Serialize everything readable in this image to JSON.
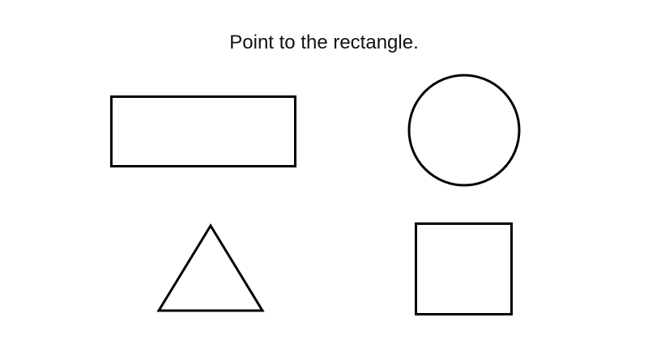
{
  "prompt": {
    "text": "Point to the rectangle."
  },
  "shapes": [
    {
      "id": "rectangle",
      "kind": "rectangle"
    },
    {
      "id": "circle",
      "kind": "circle"
    },
    {
      "id": "triangle",
      "kind": "triangle"
    },
    {
      "id": "square",
      "kind": "square"
    }
  ],
  "colors": {
    "background": "#ffffff",
    "stroke": "#000000",
    "text": "#111111"
  }
}
